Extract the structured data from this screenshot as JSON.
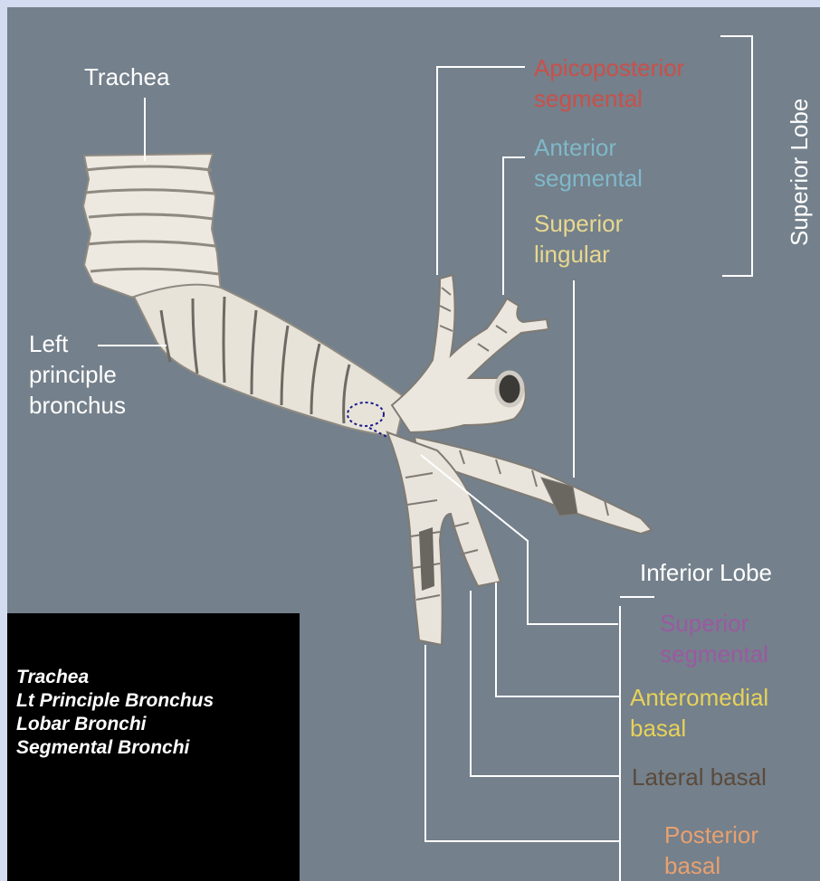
{
  "labels": {
    "trachea": "Trachea",
    "left_principle_bronchus": "Left\nprinciple\nbronchus",
    "superior_lobe": "Superior Lobe",
    "apicoposterior": "Apicoposterior\nsegmental",
    "anterior_segmental": "Anterior\nsegmental",
    "superior_lingular": "Superior\nlingular",
    "inferior_lobe": "Inferior Lobe",
    "superior_segmental": "Superior\nsegmental",
    "anteromedial_basal": "Anteromedial\nbasal",
    "lateral_basal": "Lateral basal",
    "posterior_basal": "Posterior\nbasal"
  },
  "legend": {
    "items": [
      "Trachea",
      "Lt Principle Bronchus",
      "Lobar Bronchi",
      "Segmental Bronchi"
    ]
  },
  "colors": {
    "background": "#74808b",
    "border": "#d2dbef",
    "white_label": "#ffffff",
    "apicoposterior": "#c9504a",
    "anterior_segmental": "#7fb8c9",
    "superior_lingular": "#e8d890",
    "superior_segmental": "#9a5aa0",
    "anteromedial_basal": "#e6d25a",
    "lateral_basal": "#5a4a3c",
    "posterior_basal": "#e8a070",
    "bronchus_fill": "#ede9e0",
    "bronchus_shadow": "#8e8a82"
  }
}
